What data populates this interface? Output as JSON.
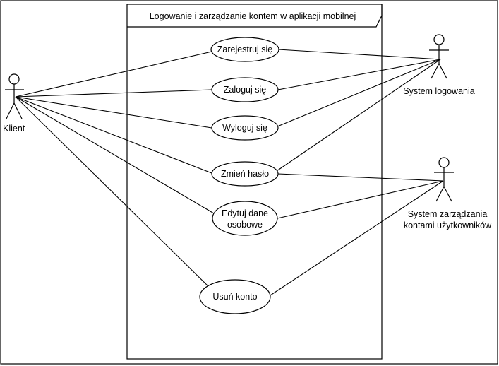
{
  "system": {
    "title": "Logowanie i zarządzanie kontem w aplikacji mobilnej"
  },
  "actors": {
    "klient": {
      "label": "Klient"
    },
    "system_logowania": {
      "label": "System logowania"
    },
    "system_zarzadzania": {
      "label_line1": "System zarządzania",
      "label_line2": "kontami użytkowników"
    }
  },
  "use_cases": {
    "zarejestruj": {
      "line1": "Zarejestruj się"
    },
    "zaloguj": {
      "line1": "Zaloguj się"
    },
    "wyloguj": {
      "line1": "Wyloguj się"
    },
    "zmien_haslo": {
      "line1": "Zmień hasło"
    },
    "edytuj_dane": {
      "line1": "Edytuj dane",
      "line2": "osobowe"
    },
    "usun_konto": {
      "line1": "Usuń konto"
    }
  }
}
